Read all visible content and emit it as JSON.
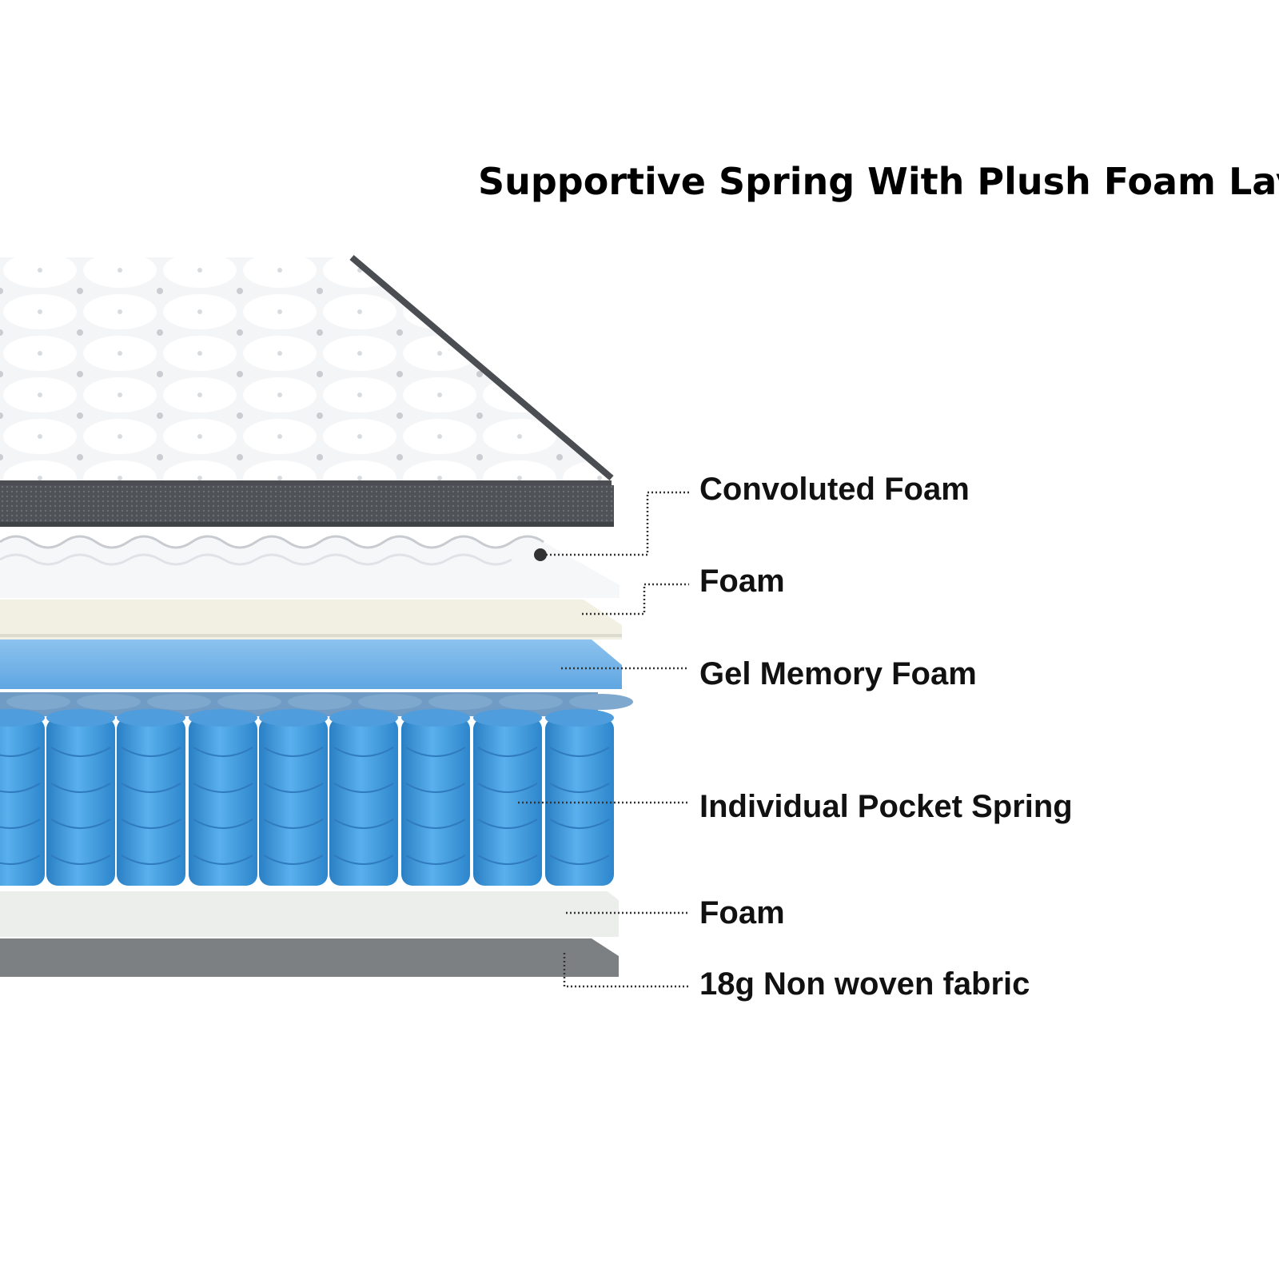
{
  "title": "Supportive Spring With Plush  Foam Layer",
  "layers": [
    {
      "label": "Convoluted Foam"
    },
    {
      "label": "Foam"
    },
    {
      "label": "Gel Memory Foam"
    },
    {
      "label": "Individual Pocket Spring"
    },
    {
      "label": "Foam"
    },
    {
      "label": "18g Non woven fabric"
    }
  ],
  "colors": {
    "quilt_top": "#f2f3f4",
    "border": "#555a5f",
    "convoluted_foam": "#f4f5f7",
    "foam": "#f0efe4",
    "gel_memory_foam": "#6aaee6",
    "pocket_spring": "#3a94d8",
    "bottom_foam": "#e9ecea",
    "non_woven_fabric": "#7a7d80",
    "leader_line": "#333333"
  }
}
